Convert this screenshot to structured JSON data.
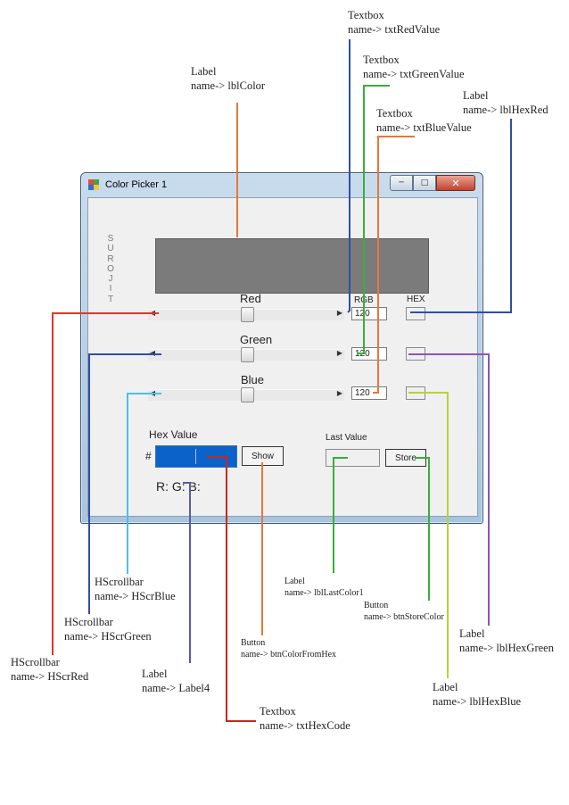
{
  "window": {
    "title": "Color Picker 1",
    "vertical_text": [
      "S",
      "U",
      "R",
      "O",
      "J",
      "I",
      "T"
    ],
    "sliders": [
      {
        "label": "Red",
        "value": "120"
      },
      {
        "label": "Green",
        "value": "120"
      },
      {
        "label": "Blue",
        "value": "120"
      }
    ],
    "col_rgb": "RGB",
    "col_hex": "HEX",
    "hex_value_label": "Hex Value",
    "hash": "#",
    "show_button": "Show",
    "last_value_label": "Last Value",
    "store_button": "Store",
    "rgb_readout": "R:  G:  B:",
    "colors": {
      "preview": "#7b7b7b",
      "hex_input": "#0b62c8"
    }
  },
  "annotations": [
    {
      "kind": "Textbox",
      "name": "name-> txtRedValue",
      "color": "#2f4fa6"
    },
    {
      "kind": "Textbox",
      "name": "name-> txtGreenValue",
      "color": "#3aae3a"
    },
    {
      "kind": "Textbox",
      "name": "name-> txtBlueValue",
      "color": "#e5783a"
    },
    {
      "kind": "Label",
      "name": "name-> lblColor",
      "color": "#e5783a"
    },
    {
      "kind": "Label",
      "name": "name-> lblHexRed",
      "color": "#2f4fa6"
    },
    {
      "kind": "HScrollbar",
      "name": "name-> HScrBlue",
      "color": "#4cc0e4"
    },
    {
      "kind": "HScrollbar",
      "name": "name-> HScrGreen",
      "color": "#2f4fa6"
    },
    {
      "kind": "HScrollbar",
      "name": "name-> HScrRed",
      "color": "#e0362a"
    },
    {
      "kind": "Label",
      "name": "name-> lblLastColor1",
      "color": "#3aae3a"
    },
    {
      "kind": "Button",
      "name": "name-> btnStoreColor",
      "color": "#3aae3a"
    },
    {
      "kind": "Button",
      "name": "name-> btnColorFromHex",
      "color": "#e5783a"
    },
    {
      "kind": "Label",
      "name": "name-> lblHexGreen",
      "color": "#8c55b8"
    },
    {
      "kind": "Label",
      "name": "name-> Label4",
      "color": "#5a5aa8"
    },
    {
      "kind": "Label",
      "name": "name-> lblHexBlue",
      "color": "#b6d23a"
    },
    {
      "kind": "Textbox",
      "name": "name-> txtHexCode",
      "color": "#c8271f"
    }
  ]
}
